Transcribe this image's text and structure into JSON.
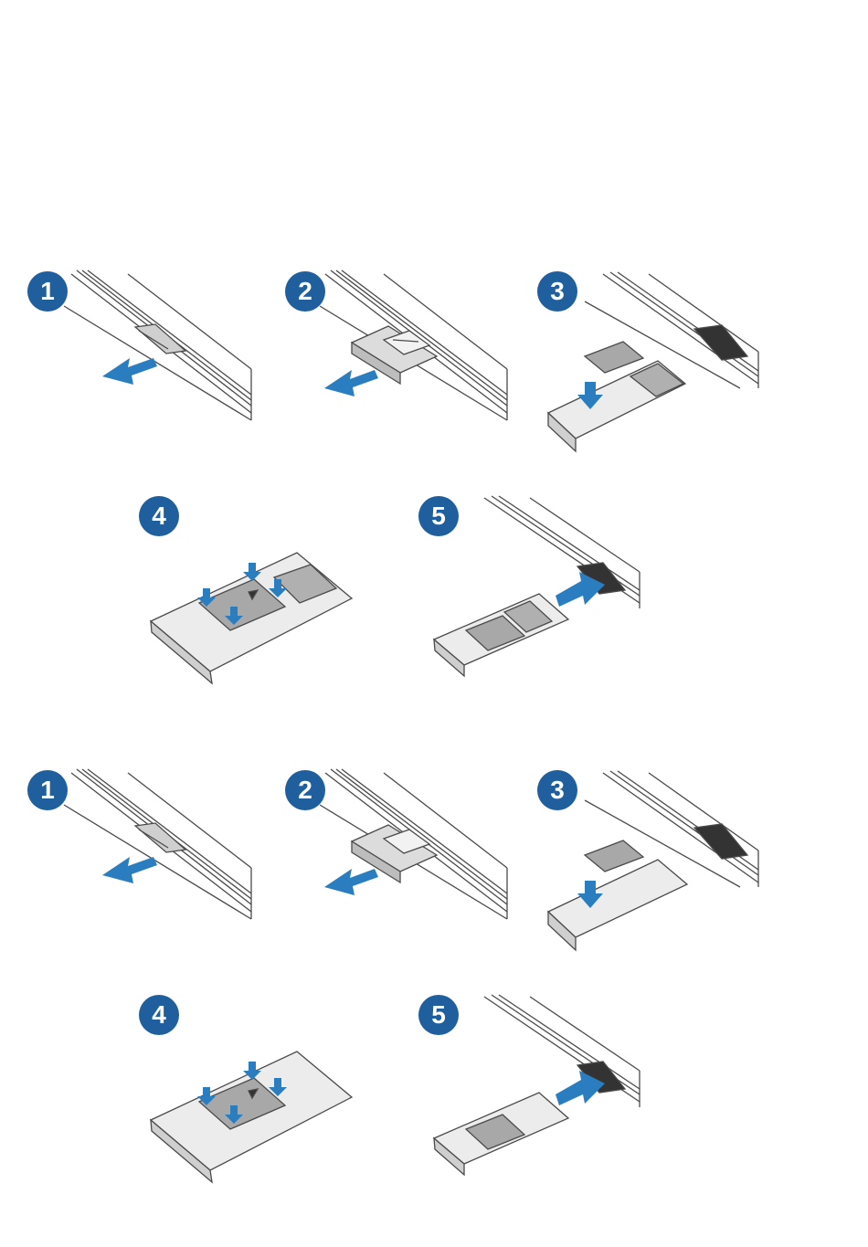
{
  "colors": {
    "badge": "#1f5f9e",
    "arrow": "#2a7ec0",
    "line": "#4a4a4a",
    "card": "#9a9a9a",
    "tray": "#e4e4e4"
  },
  "sequence_a": {
    "steps": [
      {
        "number": "1",
        "icon": "eject-tray-icon"
      },
      {
        "number": "2",
        "icon": "pull-out-tray-icon"
      },
      {
        "number": "3",
        "icon": "place-cards-icon"
      },
      {
        "number": "4",
        "icon": "press-cards-icon"
      },
      {
        "number": "5",
        "icon": "insert-tray-icon"
      }
    ]
  },
  "sequence_b": {
    "steps": [
      {
        "number": "1",
        "icon": "eject-tray-icon"
      },
      {
        "number": "2",
        "icon": "pull-out-tray-icon"
      },
      {
        "number": "3",
        "icon": "place-card-icon"
      },
      {
        "number": "4",
        "icon": "press-card-icon"
      },
      {
        "number": "5",
        "icon": "insert-tray-icon"
      }
    ]
  }
}
